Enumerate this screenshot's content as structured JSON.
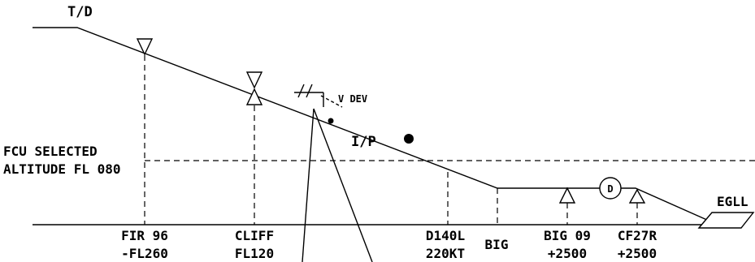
{
  "top_of_descent": {
    "label": "T/D"
  },
  "fcu_altitude": {
    "line1": "FCU SELECTED",
    "line2": "ALTITUDE FL 080"
  },
  "vertical_deviation": {
    "label": "V DEV"
  },
  "intercept_point": {
    "label": "I/P"
  },
  "decel_point": {
    "label": "D"
  },
  "airport": {
    "label": "EGLL"
  },
  "waypoints": [
    {
      "name": "FIR 96",
      "constraint": "-FL260"
    },
    {
      "name": "CLIFF",
      "constraint": "FL120"
    },
    {
      "name": "D140L",
      "constraint": "220KT"
    },
    {
      "name": "BIG",
      "constraint": ""
    },
    {
      "name": "BIG 09",
      "constraint": "+2500"
    },
    {
      "name": "CF27R",
      "constraint": "+2500"
    }
  ]
}
